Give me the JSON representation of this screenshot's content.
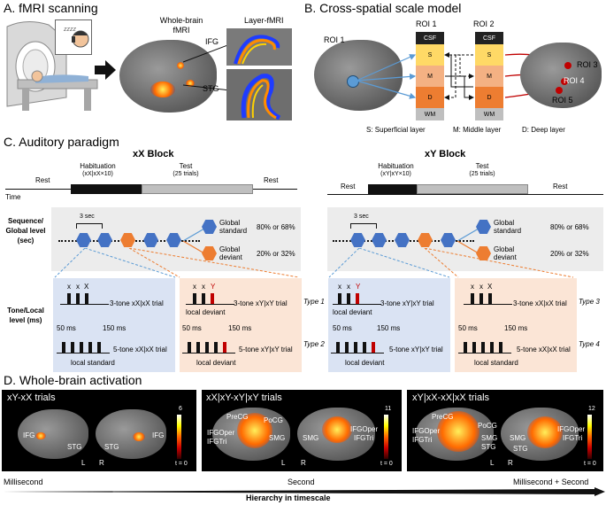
{
  "sections": {
    "a": "A. fMRI scanning",
    "b": "B. Cross-spatial scale model",
    "c": "C. Auditory paradigm",
    "d": "D. Whole-brain activation"
  },
  "panel_a": {
    "whole_brain": "Whole-brain\nfMRI",
    "layer_fmri": "Layer-fMRI",
    "ifg": "IFG",
    "stg": "STG",
    "speech": "zzzz"
  },
  "panel_b": {
    "roi1_left": "ROI 1",
    "roi1_col": "ROI 1",
    "roi2_col": "ROI 2",
    "layers": [
      "CSF",
      "S",
      "M",
      "D",
      "WM"
    ],
    "roi3": "ROI 3",
    "roi4": "ROI 4",
    "roi5": "ROI 5",
    "legend_s": "S: Superficial layer",
    "legend_m": "M: Middle layer",
    "legend_d": "D: Deep layer",
    "colors": {
      "csf": "#222222",
      "s": "#ffd966",
      "m": "#f4b183",
      "d": "#ed7d31",
      "wm": "#bfbfbf"
    }
  },
  "panel_c": {
    "xx_block": "xX Block",
    "xy_block": "xY Block",
    "habituation": "Habituation",
    "xx_hab_sub": "(xX|xX×10)",
    "xy_hab_sub": "(xY|xY×10)",
    "test": "Test",
    "test_sub": "(25 trials)",
    "rest": "Rest",
    "time": "Time",
    "seq_label": "Sequence/\nGlobal level\n(sec)",
    "tone_label": "Tone/Local\nlevel (ms)",
    "three_sec": "3 sec",
    "global_standard": "Global\nstandard",
    "global_deviant": "Global\ndeviant",
    "pct_standard": "80% or 68%",
    "pct_deviant": "20% or 32%",
    "x": "x",
    "X": "X",
    "Y": "Y",
    "ms50": "50 ms",
    "ms150": "150 ms",
    "xx_trial3": "3-tone xX|xX trial",
    "xy_trial3": "3-tone xY|xY trial",
    "xx_trial5": "5-tone xX|xX trial",
    "xy_trial5": "5-tone xY|xY trial",
    "local_standard": "local standard",
    "local_deviant": "local deviant",
    "type1": "Type 1",
    "type2": "Type 2",
    "type3": "Type 3",
    "type4": "Type 4"
  },
  "panel_d": {
    "p1_title": "xY-xX trials",
    "p2_title": "xX|xY-xY|xY trials",
    "p3_title": "xY|xX-xX|xX trials",
    "p1_max": "6",
    "p2_max": "11",
    "p3_max": "12",
    "t0": "t = 0",
    "L": "L",
    "R": "R",
    "IFG": "IFG",
    "STG": "STG",
    "PreCG": "PreCG",
    "PoCG": "PoCG",
    "IFGOper": "IFGOper",
    "IFGTri": "IFGTri",
    "SMG": "SMG",
    "axis_left": "Millisecond",
    "axis_mid": "Second",
    "axis_right": "Millisecond + Second",
    "axis_title": "Hierarchy in timescale"
  }
}
